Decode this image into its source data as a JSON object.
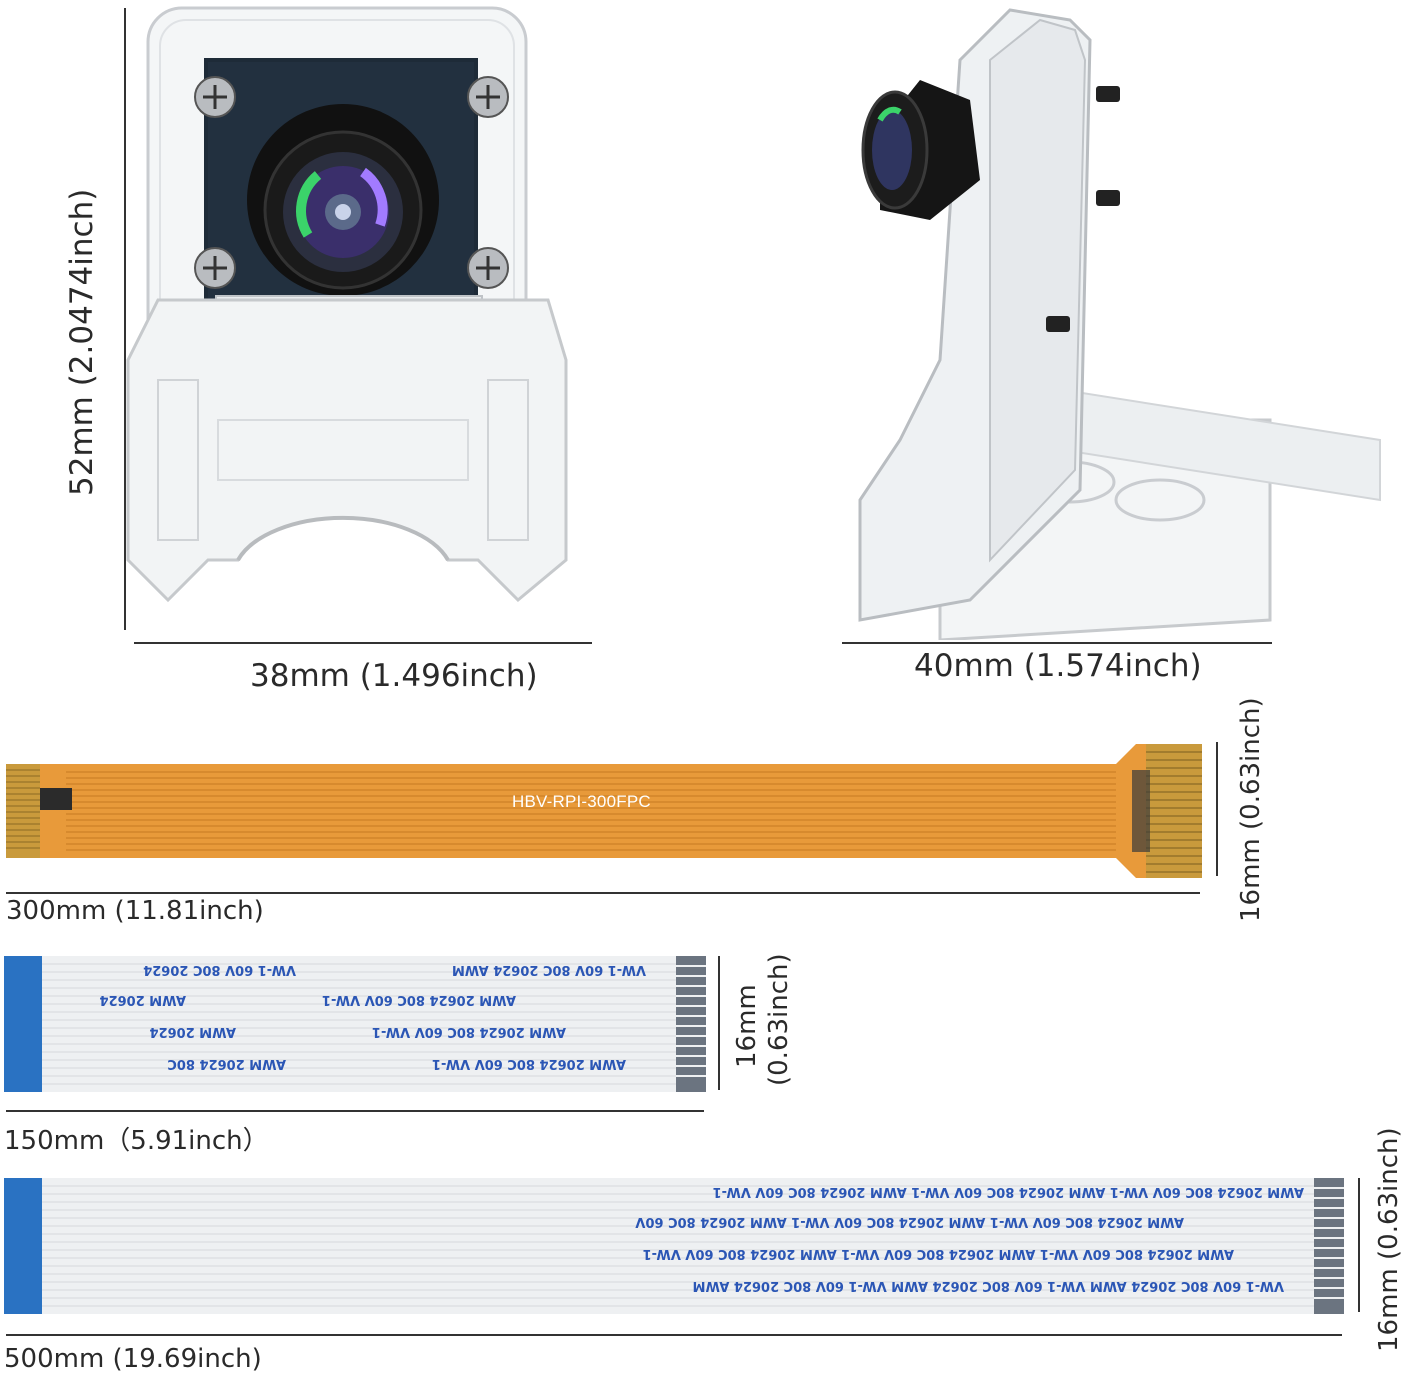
{
  "front_view": {
    "height_label": "52mm (2.0474inch)",
    "width_label": "38mm (1.496inch)"
  },
  "side_view": {
    "width_label": "40mm (1.574inch)"
  },
  "fpc_cable": {
    "model_label": "HBV-RPI-300FPC",
    "length_label": "300mm (11.81inch)",
    "width_label": "16mm (0.63inch)"
  },
  "ffc_150": {
    "length_label": "150mm（5.91inch）",
    "width_label_line1": "16mm",
    "width_label_line2": "(0.63inch)"
  },
  "ffc_500": {
    "length_label": "500mm (19.69inch)",
    "width_label": "16mm (0.63inch)"
  },
  "cable_print": {
    "awm": "AWM",
    "style": "20624",
    "temp": "80C",
    "volt": "60V",
    "vw": "VW-1"
  },
  "colors": {
    "fpc_orange": "#e89a3a",
    "fpc_gold": "#c99a3c",
    "ffc_blue": "#2a72c2",
    "ffc_white": "#eef0f2"
  }
}
